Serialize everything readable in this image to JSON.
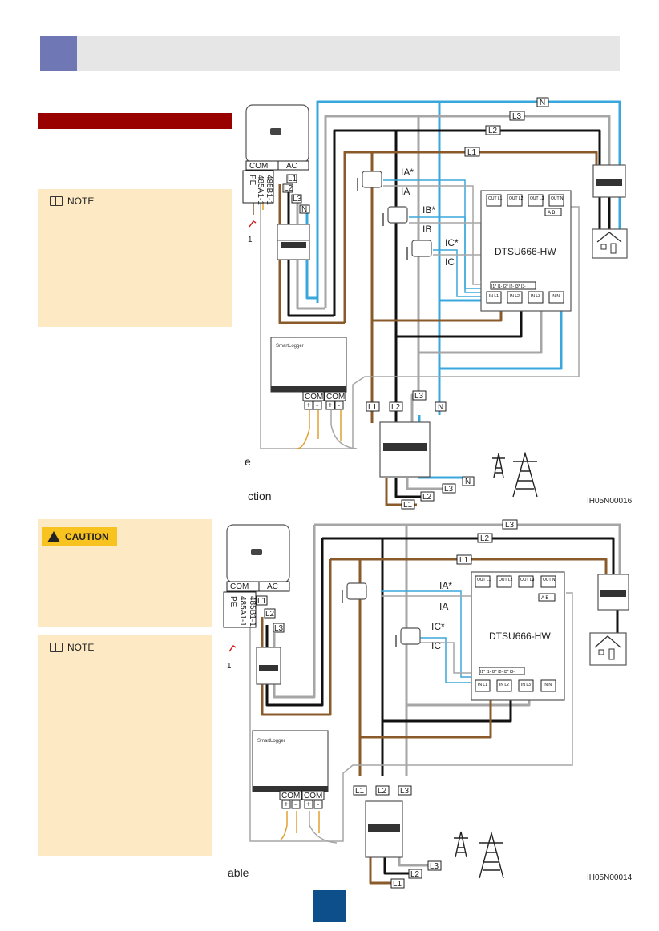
{
  "notes": {
    "note_label": "NOTE",
    "caution_label": "CAUTION"
  },
  "fragments": {
    "marker1_top": "1",
    "marker1_bottom": "1",
    "cut_e": "e",
    "cut_ction": "ction",
    "cut_able": "able"
  },
  "diagram_top": {
    "inverter_ports": {
      "com": "COM",
      "ac": "AC"
    },
    "terminal_labels": [
      "PE",
      "485A1-1",
      "485B1-1"
    ],
    "wire_labels": {
      "n": "N",
      "l1": "L1",
      "l2": "L2",
      "l3": "L3"
    },
    "ct_labels": [
      "IA*",
      "IA",
      "IB*",
      "IB",
      "IC*",
      "IC"
    ],
    "meter_model": "DTSU666-HW",
    "meter_out": [
      "OUT L1",
      "OUT L2",
      "OUT L3",
      "OUT N"
    ],
    "meter_in": [
      "IN L1",
      "IN L2",
      "IN L3",
      "IN N"
    ],
    "meter_rs": "A B",
    "meter_ct_strip": "I1* I1- I2* I2- I3* I3-",
    "logger_name": "SmartLogger",
    "logger_com": [
      "COM",
      "COM"
    ],
    "plus_minus": [
      "+",
      "-",
      "+",
      "-"
    ],
    "ref_id": "IH05N00016"
  },
  "diagram_bottom": {
    "inverter_ports": {
      "com": "COM",
      "ac": "AC"
    },
    "terminal_labels": [
      "PE",
      "485A1-1",
      "485B1-1"
    ],
    "wire_labels": {
      "l1": "L1",
      "l2": "L2",
      "l3": "L3"
    },
    "ct_labels": [
      "IA*",
      "IA",
      "IC*",
      "IC"
    ],
    "meter_model": "DTSU666-HW",
    "meter_out": [
      "OUT L1",
      "OUT L2",
      "OUT L3",
      "OUT N"
    ],
    "meter_in": [
      "IN L1",
      "IN L2",
      "IN L3",
      "IN N"
    ],
    "meter_rs": "A B",
    "meter_ct_strip": "I1* I1- I2* I2- I3* I3-",
    "logger_name": "SmartLogger",
    "logger_com": [
      "COM",
      "COM"
    ],
    "plus_minus": [
      "+",
      "-",
      "+",
      "-"
    ],
    "ref_id": "IH05N00014"
  },
  "colors": {
    "brown": "#8b5a2b",
    "black": "#111111",
    "grey": "#a6a6a6",
    "blue": "#3aa7dc",
    "header_bar": "#e6e6e6",
    "header_square": "#6f78b5",
    "red_bar": "#990000",
    "note_bg": "#fde9c4",
    "caution_tag": "#f8c21f",
    "page_badge": "#0d4f8a"
  }
}
